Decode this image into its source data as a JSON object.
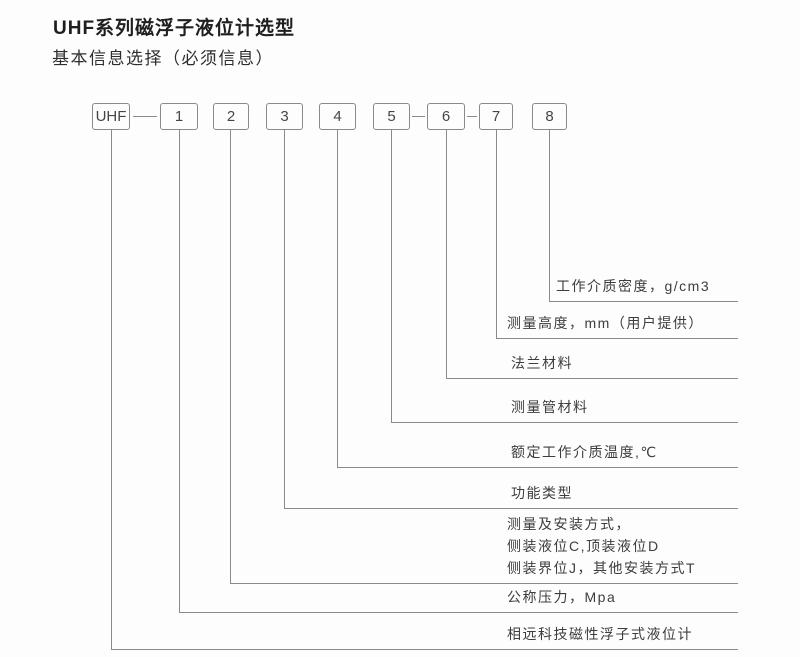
{
  "header": {
    "title": "UHF系列磁浮子液位计选型",
    "subtitle": "基本信息选择（必须信息）"
  },
  "code": {
    "prefix": "UHF",
    "digits": [
      "1",
      "2",
      "3",
      "4",
      "5",
      "6",
      "7",
      "8"
    ]
  },
  "branches": [
    {
      "source": "8",
      "label": "工作介质密度，g/cm3"
    },
    {
      "source": "7",
      "label": "测量高度，mm（用户提供）"
    },
    {
      "source": "6",
      "label": "法兰材料"
    },
    {
      "source": "5",
      "label": "测量管材料"
    },
    {
      "source": "4",
      "label": "额定工作介质温度,℃"
    },
    {
      "source": "3",
      "label": "功能类型"
    },
    {
      "source": "2",
      "label_lines": [
        "测量及安装方式，",
        "侧装液位C,顶装液位D",
        "侧装界位J，其他安装方式T"
      ]
    },
    {
      "source": "1",
      "label": "公称压力，Mpa"
    },
    {
      "source": "UHF",
      "label": "相远科技磁性浮子式液位计"
    }
  ],
  "colors": {
    "background": "#fdfdfd",
    "line": "#8a8a8a",
    "text": "#3d3d3d",
    "title": "#1f1f1f"
  }
}
